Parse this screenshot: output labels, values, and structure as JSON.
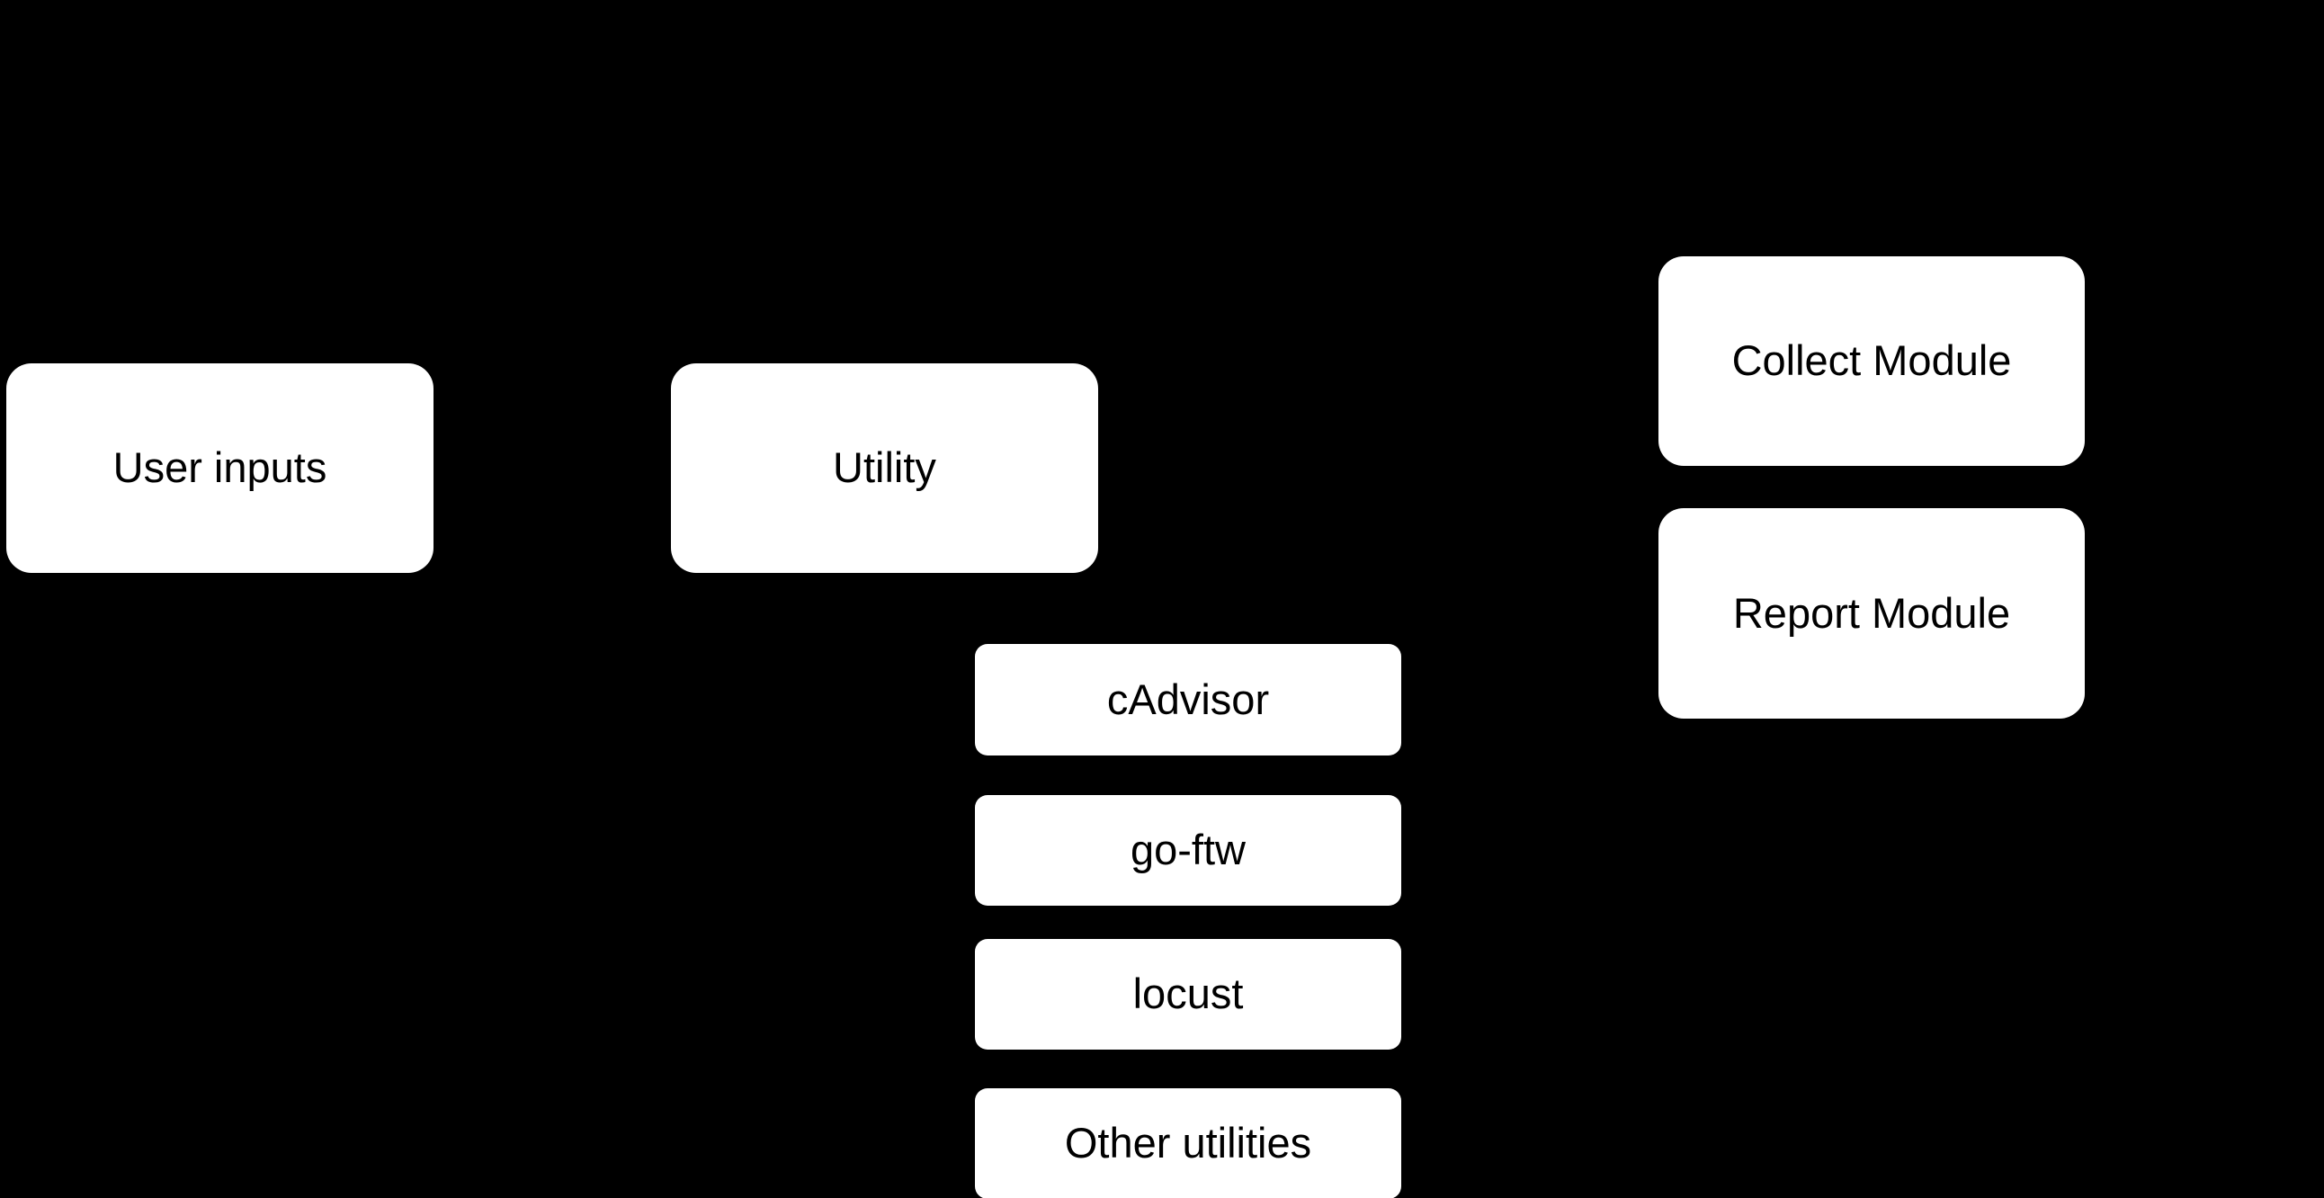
{
  "page": {
    "background_color": "#000000"
  },
  "diagram": {
    "type": "flowchart",
    "node_fill_color": "#ffffff",
    "node_text_color": "#000000",
    "nodes": [
      {
        "id": "user-inputs",
        "label": "User inputs"
      },
      {
        "id": "utility",
        "label": "Utility"
      },
      {
        "id": "cadvisor",
        "label": "cAdvisor"
      },
      {
        "id": "go-ftw",
        "label": "go-ftw"
      },
      {
        "id": "locust",
        "label": "locust"
      },
      {
        "id": "other-utilities",
        "label": "Other utilities"
      },
      {
        "id": "collect-module",
        "label": "Collect Module"
      },
      {
        "id": "report-module",
        "label": "Report Module"
      }
    ]
  }
}
